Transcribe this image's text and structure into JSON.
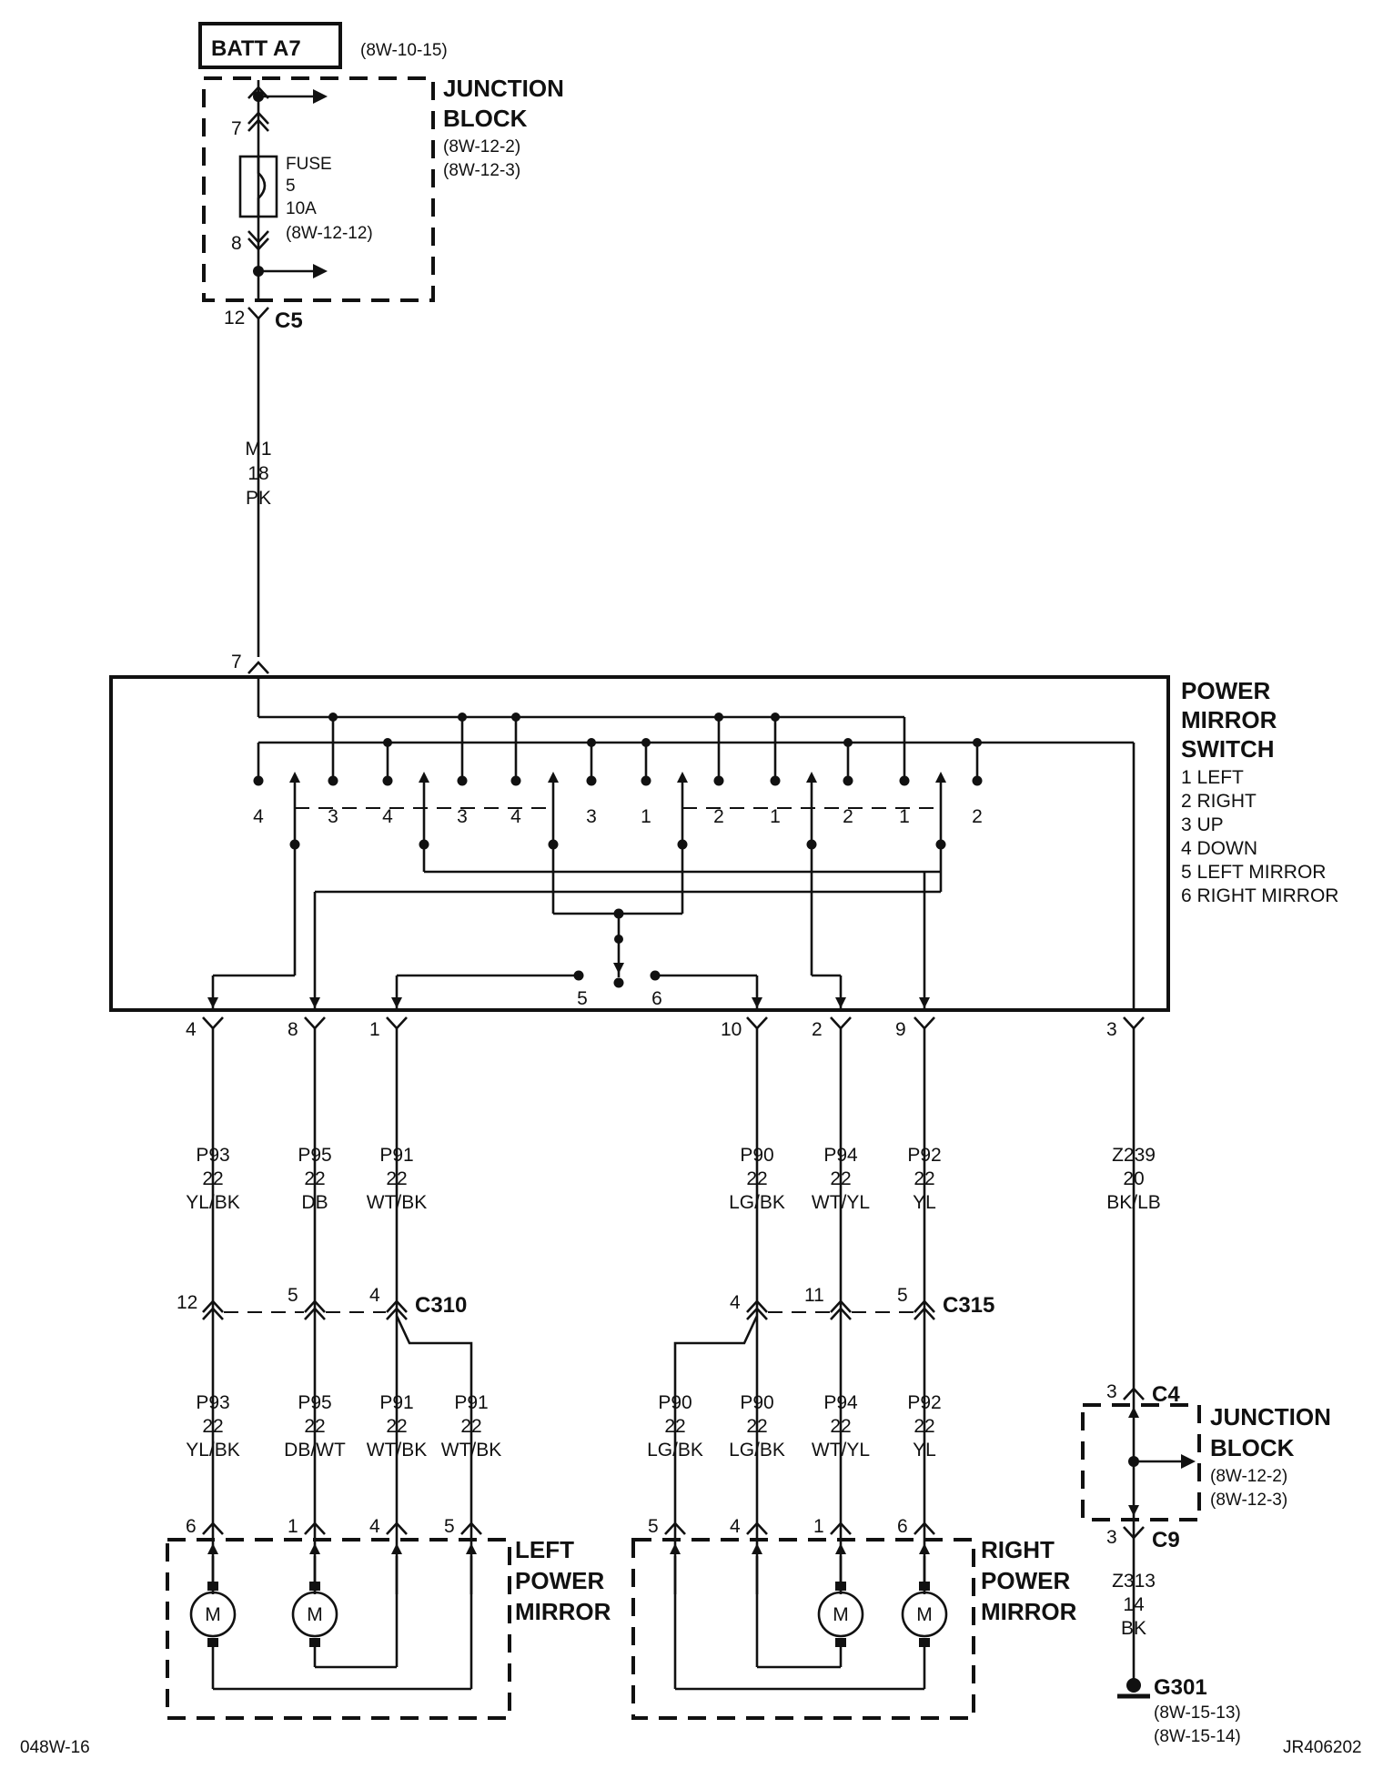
{
  "batt": {
    "label": "BATT A7",
    "ref": "(8W-10-15)"
  },
  "junction_top": {
    "line1": "JUNCTION",
    "line2": "BLOCK",
    "ref1": "(8W-12-2)",
    "ref2": "(8W-12-3)"
  },
  "fuse": {
    "l1": "FUSE",
    "l2": "5",
    "l3": "10A",
    "l4": "(8W-12-12)",
    "pin_in": "7",
    "pin_out": "8"
  },
  "c5": {
    "pin": "12",
    "name": "C5"
  },
  "wire_m1": {
    "circuit": "M1",
    "gauge": "18",
    "color": "PK"
  },
  "switch_in_pin": "7",
  "switch": {
    "title1": "POWER",
    "title2": "MIRROR",
    "title3": "SWITCH",
    "legend": [
      "1 LEFT",
      "2 RIGHT",
      "3 UP",
      "4 DOWN",
      "5 LEFT MIRROR",
      "6 RIGHT MIRROR"
    ],
    "positions": [
      "4",
      "3",
      "4",
      "3",
      "4",
      "3",
      "1",
      "2",
      "1",
      "2",
      "1",
      "2"
    ],
    "sel5": "5",
    "sel6": "6"
  },
  "out_pins": [
    {
      "pin": "4",
      "circuit": "P93",
      "gauge": "22",
      "color": "YL/BK"
    },
    {
      "pin": "8",
      "circuit": "P95",
      "gauge": "22",
      "color": "DB"
    },
    {
      "pin": "1",
      "circuit": "P91",
      "gauge": "22",
      "color": "WT/BK"
    },
    {
      "pin": "10",
      "circuit": "P90",
      "gauge": "22",
      "color": "LG/BK"
    },
    {
      "pin": "2",
      "circuit": "P94",
      "gauge": "22",
      "color": "WT/YL"
    },
    {
      "pin": "9",
      "circuit": "P92",
      "gauge": "22",
      "color": "YL"
    },
    {
      "pin": "3",
      "circuit": "Z239",
      "gauge": "20",
      "color": "BK/LB"
    }
  ],
  "c310": {
    "name": "C310",
    "pins": [
      "12",
      "5",
      "4"
    ]
  },
  "c315": {
    "name": "C315",
    "pins": [
      "4",
      "11",
      "5"
    ]
  },
  "left_wires": [
    {
      "circuit": "P93",
      "gauge": "22",
      "color": "YL/BK"
    },
    {
      "circuit": "P95",
      "gauge": "22",
      "color": "DB/WT"
    },
    {
      "circuit": "P91",
      "gauge": "22",
      "color": "WT/BK"
    },
    {
      "circuit": "P91",
      "gauge": "22",
      "color": "WT/BK"
    }
  ],
  "right_wires": [
    {
      "circuit": "P90",
      "gauge": "22",
      "color": "LG/BK"
    },
    {
      "circuit": "P90",
      "gauge": "22",
      "color": "LG/BK"
    },
    {
      "circuit": "P94",
      "gauge": "22",
      "color": "WT/YL"
    },
    {
      "circuit": "P92",
      "gauge": "22",
      "color": "YL"
    }
  ],
  "left_mirror": {
    "l1": "LEFT",
    "l2": "POWER",
    "l3": "MIRROR",
    "pins": [
      "6",
      "1",
      "4",
      "5"
    ],
    "motor": "M"
  },
  "right_mirror": {
    "l1": "RIGHT",
    "l2": "POWER",
    "l3": "MIRROR",
    "pins": [
      "5",
      "4",
      "1",
      "6"
    ],
    "motor": "M"
  },
  "junction_bottom": {
    "c4_pin": "3",
    "c4": "C4",
    "line1": "JUNCTION",
    "line2": "BLOCK",
    "ref1": "(8W-12-2)",
    "ref2": "(8W-12-3)",
    "c9_pin": "3",
    "c9": "C9"
  },
  "wire_z313": {
    "circuit": "Z313",
    "gauge": "14",
    "color": "BK"
  },
  "ground": {
    "name": "G301",
    "ref1": "(8W-15-13)",
    "ref2": "(8W-15-14)"
  },
  "footer": {
    "left": "048W-16",
    "right": "JR406202"
  }
}
